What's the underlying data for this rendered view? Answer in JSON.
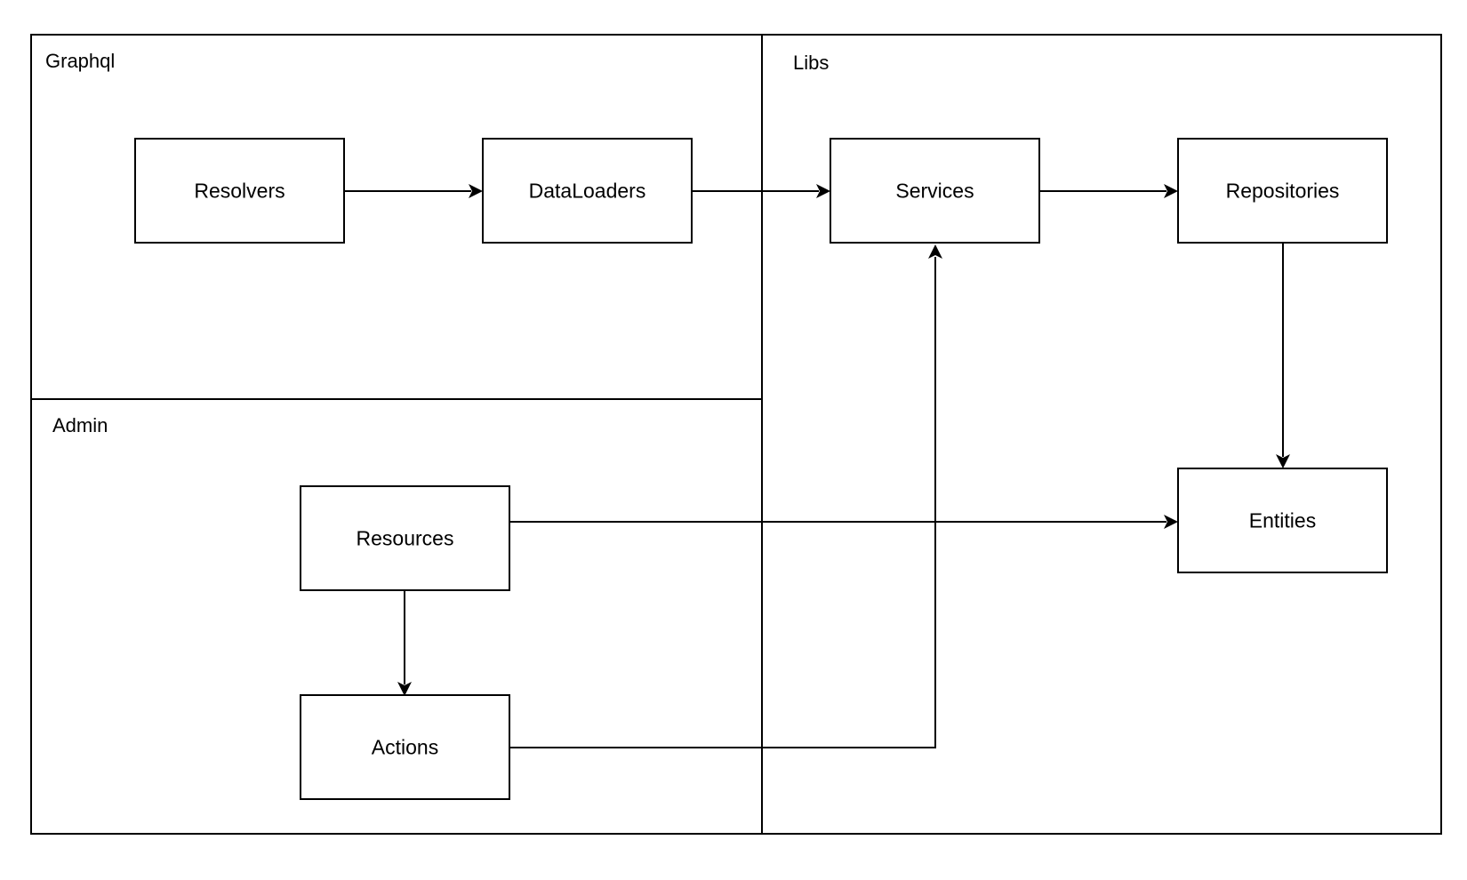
{
  "regions": {
    "graphql": "Graphql",
    "admin": "Admin",
    "libs": "Libs"
  },
  "nodes": {
    "resolvers": "Resolvers",
    "dataloaders": "DataLoaders",
    "services": "Services",
    "repositories": "Repositories",
    "entities": "Entities",
    "resources": "Resources",
    "actions": "Actions"
  },
  "edges": [
    {
      "from": "Resolvers",
      "to": "DataLoaders"
    },
    {
      "from": "DataLoaders",
      "to": "Services"
    },
    {
      "from": "Services",
      "to": "Repositories"
    },
    {
      "from": "Repositories",
      "to": "Entities"
    },
    {
      "from": "Resources",
      "to": "Entities"
    },
    {
      "from": "Resources",
      "to": "Actions"
    },
    {
      "from": "Actions",
      "to": "Services"
    }
  ],
  "colors": {
    "stroke": "#000000",
    "background": "#ffffff"
  }
}
